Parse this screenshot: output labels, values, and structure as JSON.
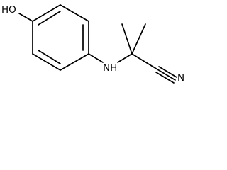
{
  "molecule": {
    "atoms": {
      "hydroxyl": "HO",
      "amine": "NH",
      "nitrile_nitrogen": "N"
    }
  },
  "colors": {
    "bond": "#000000",
    "background": "#ffffff"
  }
}
